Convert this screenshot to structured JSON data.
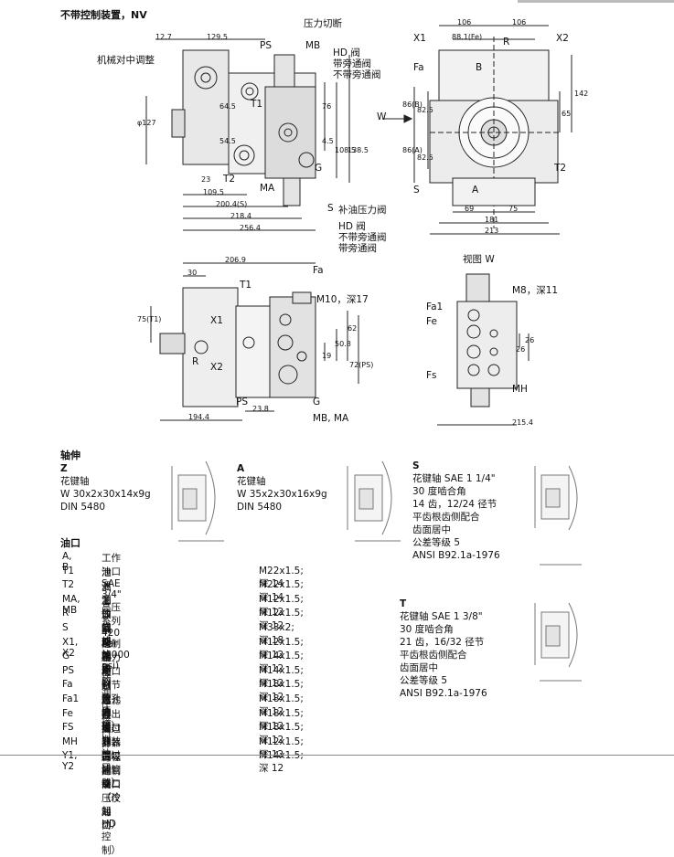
{
  "title": "不带控制装置，NV",
  "view_w_label": "视图 W",
  "callouts": {
    "mech_zero": "机械对中调整",
    "press_cut": "压力切断",
    "hd_valve": "HD 阀",
    "with_bypass": "带旁通阀",
    "without_bypass": "不带旁通阀",
    "boost_pressure": "补油压力阀",
    "hd_valve2": "HD 阀",
    "without_bypass2": "不带旁通阀",
    "with_bypass2": "带旁通阀",
    "m10": "M10，深17",
    "m8": "M8，深11"
  },
  "letters": {
    "ps": "PS",
    "mb": "MB",
    "t1": "T1",
    "t2": "T2",
    "g": "G",
    "ma": "MA",
    "s": "S",
    "w": "W",
    "x1": "X1",
    "x2": "X2",
    "r": "R",
    "fa": "Fa",
    "b": "B",
    "a": "A",
    "fa1": "Fa1",
    "fe": "Fe",
    "fs": "Fs",
    "mh": "MH",
    "mbma": "MB, MA"
  },
  "dims": {
    "d12_7": "12.7",
    "d129_5": "129.5",
    "d64_5": "64.5",
    "d54_5": "54.5",
    "d23": "23",
    "d109_5": "109.5",
    "d200_4": "200.4(S)",
    "d218_4": "218.4",
    "d256_4": "256.4",
    "d76": "76",
    "d4_5": "4.5",
    "d108_5": "108.5",
    "d138_5": "138.5",
    "d127": "φ127",
    "d106a": "106",
    "d106b": "106",
    "d88_1": "88.1(Fe)",
    "d86b": "86(B)",
    "d82_5a": "82.5",
    "d86a": "86(A)",
    "d82_5b": "82.5",
    "d142": "142",
    "d65": "65",
    "d69": "69",
    "d75": "75",
    "d181": "181",
    "d213": "213",
    "d206_9": "206.9",
    "d30": "30",
    "d75t1": "75(T1)",
    "d19": "19",
    "d50_8": "50.8",
    "d62": "62",
    "d72": "72(PS)",
    "d194_4": "194.4",
    "d23_8": "23.8",
    "d26a": "26",
    "d26b": "26",
    "d215_4": "215.4"
  },
  "shaft_section_title": "轴伸",
  "shafts": [
    {
      "code": "Z",
      "name": "花键轴",
      "spec": "W 30x2x30x14x9g",
      "std": "DIN 5480"
    },
    {
      "code": "A",
      "name": "花键轴",
      "spec": "W 35x2x30x16x9g",
      "std": "DIN 5480"
    }
  ],
  "shaft_s": {
    "code": "S",
    "name": "花键轴 SAE 1 1/4\"",
    "lines": [
      "30 度啮合角",
      "14 齿，12/24 径节",
      "平齿根齿侧配合",
      "齿面居中",
      "公差等级 5",
      "ANSI B92.1a-1976"
    ]
  },
  "shaft_t": {
    "code": "T",
    "name": "花键轴 SAE 1 3/8\"",
    "lines": [
      "30 度啮合角",
      "21 齿，16/32 径节",
      "平齿根齿侧配合",
      "齿面居中",
      "公差等级 5",
      "ANSI B92.1a-1976"
    ]
  },
  "ports_title": "油口",
  "ports": [
    {
      "code": "A, B",
      "desc": "工作油口 SAE 3/4\" 高压系列 420 bar (6000 psi)",
      "thread": ""
    },
    {
      "code": "T1",
      "desc": "泄漏油口或加油口",
      "thread": "M22x1.5; 深 14"
    },
    {
      "code": "T2",
      "desc": "泄漏油口或放油口",
      "thread": "M22x1.5; 深 14"
    },
    {
      "code": "MA, MB",
      "desc": "工作回路 A，B 的测压接口",
      "thread": "M12x1.5; 深 12"
    },
    {
      "code": "R",
      "desc": "放气口",
      "thread": "M12x1.5; 深 12"
    },
    {
      "code": "S",
      "desc": "辅助回路的吸油口",
      "thread": "M33x2; 深 18"
    },
    {
      "code": "X1, X2",
      "desc": "控制压力油口（节流孔之前）",
      "thread": "M12x1.5; 深 12"
    },
    {
      "code": "G",
      "desc": "辅助回路的压力油口",
      "thread": "M14x1.5; 深 12"
    },
    {
      "code": "PS",
      "desc": "控制压力供油口",
      "thread": "M14x1.5; 深 12"
    },
    {
      "code": "Fa",
      "desc": "过滤器出油口",
      "thread": "M18x1.5; 深 12"
    },
    {
      "code": "Fa1",
      "desc": "过滤器出油口（装配过滤器）",
      "thread": "M18x1.5; 深 12"
    },
    {
      "code": "Fe",
      "desc": "过滤器进油口",
      "thread": "M18x1.5; 深 12"
    },
    {
      "code": "FS",
      "desc": "从过滤器至吸油管接口（冷起动）",
      "thread": "M18x1.5; 深 12"
    },
    {
      "code": "MH",
      "desc": "并行的高压油口",
      "thread": "M12x1.5; 深 12"
    },
    {
      "code": "Y1, Y2",
      "desc": "远程控制油口（仅对HD 控制）",
      "thread": "M14x1.5; 深 12"
    }
  ]
}
